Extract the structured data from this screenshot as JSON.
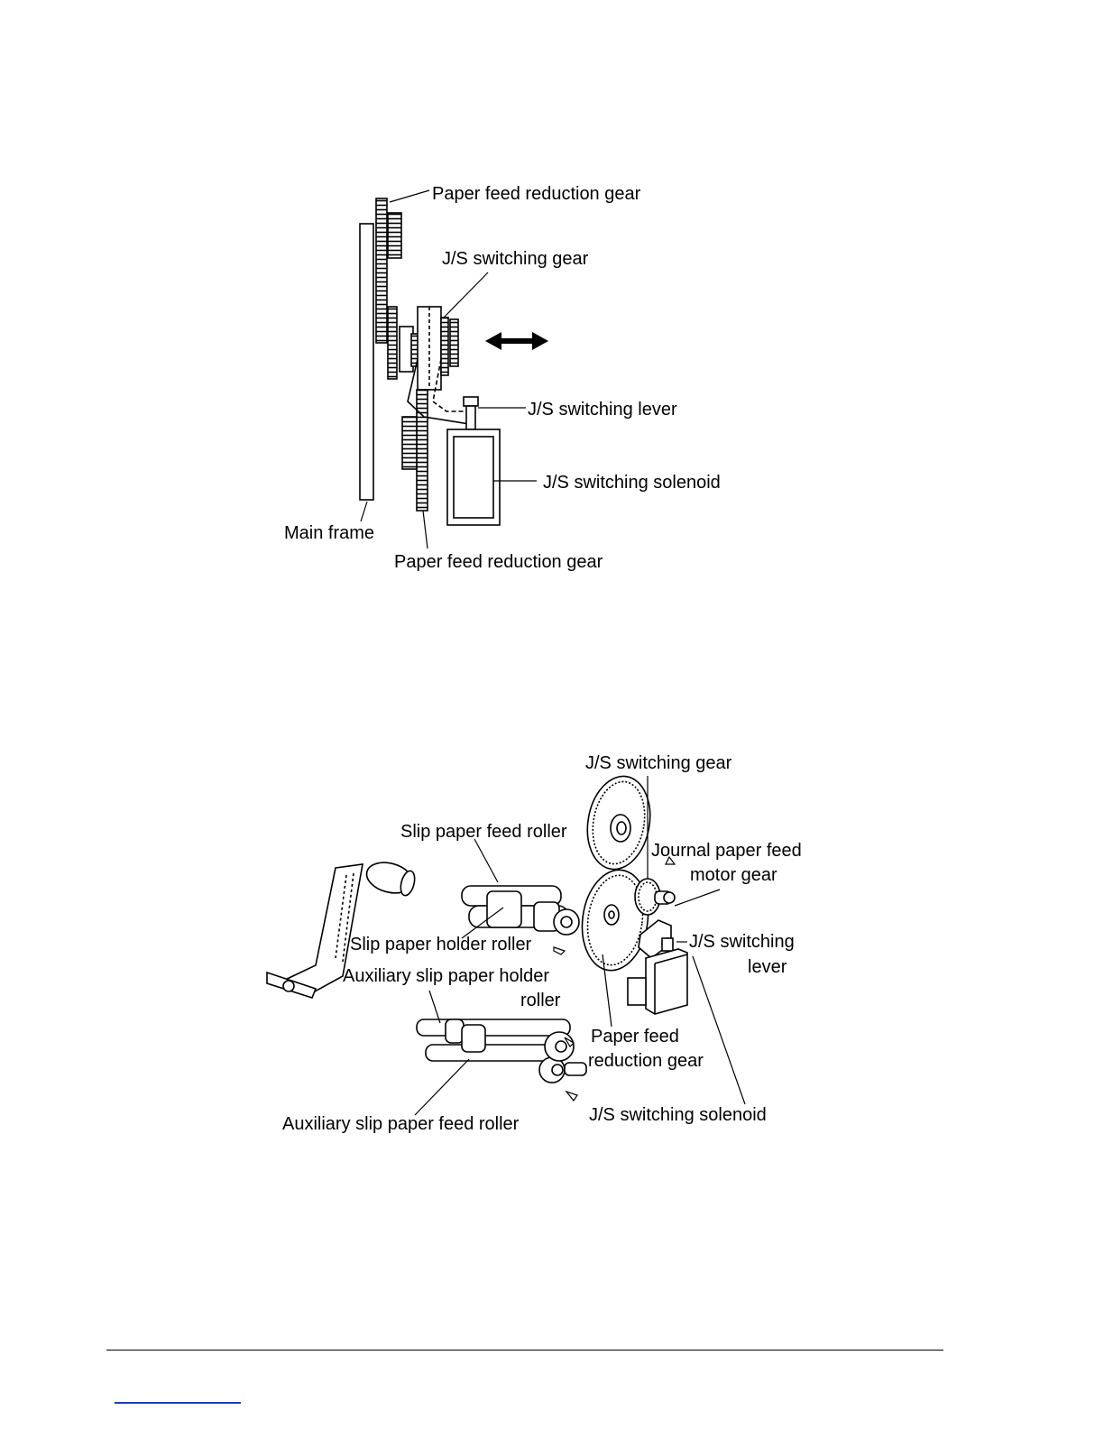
{
  "figure_top": {
    "labels": {
      "reduction_gear_top": "Paper feed reduction gear",
      "switching_gear": "J/S switching gear",
      "switching_lever": "J/S switching lever",
      "switching_solenoid": "J/S switching solenoid",
      "main_frame": "Main frame",
      "reduction_gear_bottom": "Paper feed reduction gear"
    }
  },
  "figure_bottom": {
    "labels": {
      "switching_gear": "J/S switching gear",
      "slip_feed_roller": "Slip paper feed roller",
      "journal_motor_gear_1": "Journal paper feed",
      "journal_motor_gear_2": "motor gear",
      "slip_holder_roller": "Slip paper holder roller",
      "switching_lever_1": "J/S switching",
      "switching_lever_2": "lever",
      "aux_holder_roller_1": "Auxiliary slip paper holder",
      "aux_holder_roller_2": "roller",
      "reduction_gear_1": "Paper feed",
      "reduction_gear_2": "reduction gear",
      "aux_feed_roller": "Auxiliary slip paper feed roller",
      "switching_solenoid": "J/S switching solenoid"
    }
  },
  "colors": {
    "ink": "#000000",
    "footer_link": "#1a3cc8"
  }
}
